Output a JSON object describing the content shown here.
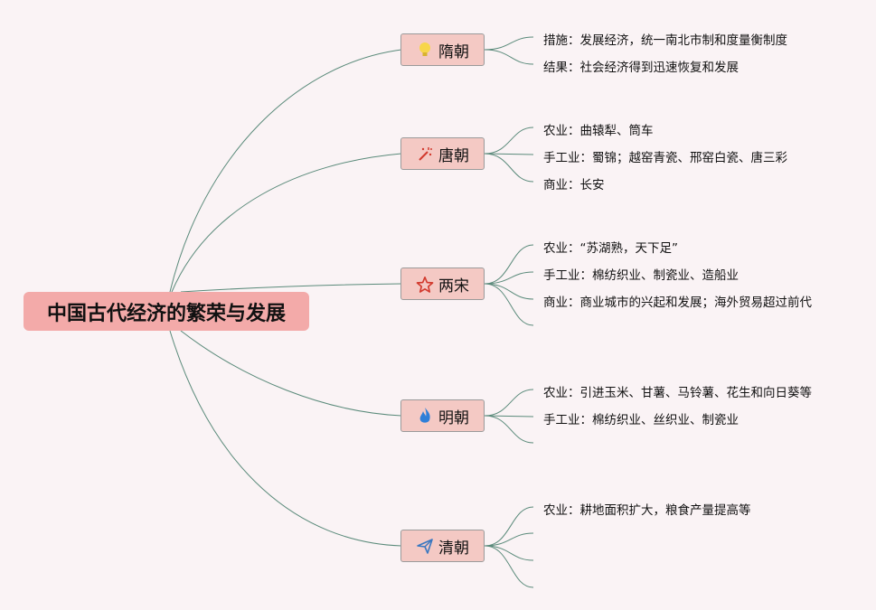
{
  "root": {
    "label": "中国古代经济的繁荣与发展"
  },
  "colors": {
    "background": "#faf3f5",
    "root_fill": "#f3aaa9",
    "node_fill": "#f4c9c4",
    "line": "#5a8a7a"
  },
  "branches": [
    {
      "label": "隋朝",
      "icon": "lightbulb-icon",
      "leaves": [
        "措施：发展经济，统一南北市制和度量衡制度",
        "结果：社会经济得到迅速恢复和发展"
      ]
    },
    {
      "label": "唐朝",
      "icon": "sparkle-wand-icon",
      "leaves": [
        "农业：曲辕犁、筒车",
        "手工业：蜀锦；越窑青瓷、邢窑白瓷、唐三彩",
        "商业：长安"
      ]
    },
    {
      "label": "两宋",
      "icon": "star-icon",
      "leaves": [
        "农业：“苏湖熟，天下足”",
        "手工业：棉纺织业、制瓷业、造船业",
        "商业：商业城市的兴起和发展；海外贸易超过前代",
        ""
      ]
    },
    {
      "label": "明朝",
      "icon": "flame-icon",
      "leaves": [
        "农业：引进玉米、甘薯、马铃薯、花生和向日葵等",
        "手工业：棉纺织业、丝织业、制瓷业",
        ""
      ]
    },
    {
      "label": "清朝",
      "icon": "paper-plane-icon",
      "leaves": [
        "农业：耕地面积扩大，粮食产量提高等",
        "",
        "",
        ""
      ]
    }
  ]
}
